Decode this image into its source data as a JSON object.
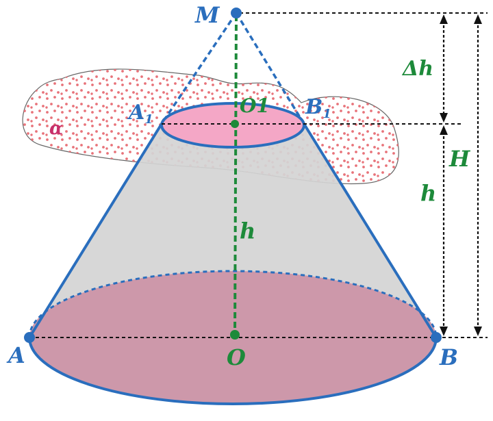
{
  "figure": {
    "points": {
      "M": "M",
      "A": "A",
      "B": "B",
      "O": "O",
      "A1": "A",
      "A1_sub": "1",
      "B1": "B",
      "B1_sub": "1",
      "O1": "O1"
    },
    "plane_label": "α",
    "dims": {
      "delta_h": "Δh",
      "H": "H",
      "h_right": "h",
      "h_axis": "h"
    },
    "colors": {
      "outline": "#2a6ebd",
      "axis": "#1d8a3a",
      "base_fill": "#cd98aa",
      "top_fill": "#f4a7c6",
      "side_fill": "#d4d4d4",
      "plane_dots": "#e8737a",
      "dim_lines": "#111111"
    }
  }
}
